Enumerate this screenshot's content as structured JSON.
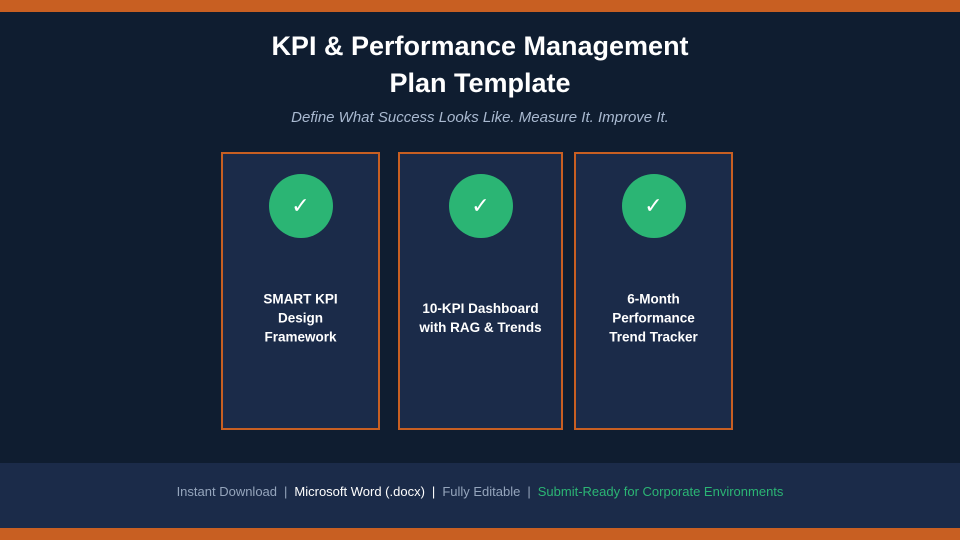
{
  "header": {
    "title_line1": "KPI & Performance Management",
    "title_line2": "Plan Template",
    "subtitle": "Define What Success Looks Like. Measure It. Improve It."
  },
  "cards": [
    {
      "icon": "check-icon",
      "glyph": "✓",
      "label": "SMART KPI Design Framework"
    },
    {
      "icon": "check-icon",
      "glyph": "✓",
      "label": "10-KPI Dashboard with RAG & Trends"
    },
    {
      "icon": "check-icon",
      "glyph": "✓",
      "label": "6-Month Performance Trend Tracker"
    }
  ],
  "footer": {
    "item1": "Instant Download",
    "item2": "Microsoft Word (.docx)",
    "item3": "Fully Editable",
    "item4": "Submit-Ready for Corporate Environments",
    "separator": "|"
  },
  "colors": {
    "background": "#0f1d30",
    "accent_orange": "#c85f22",
    "card_fill": "#1b2b49",
    "check_green": "#2bb574"
  }
}
